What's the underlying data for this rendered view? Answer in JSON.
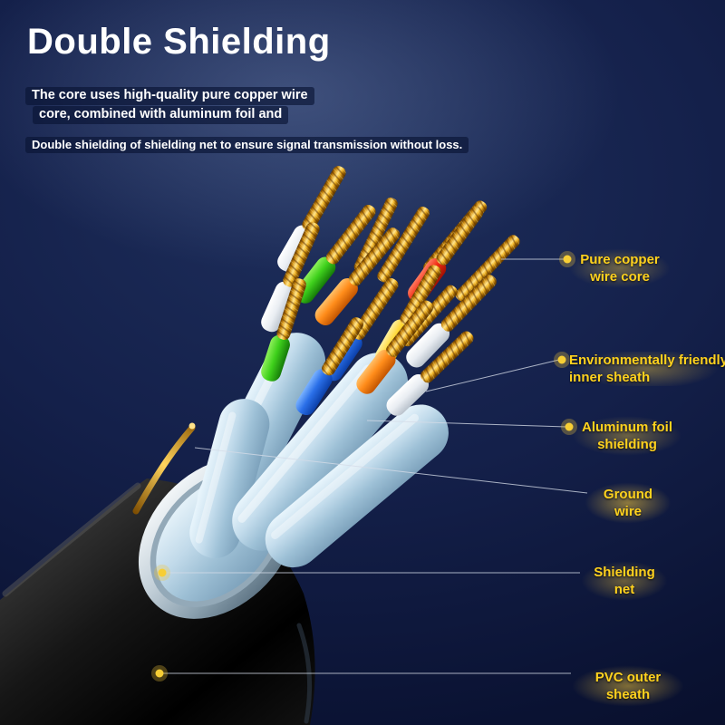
{
  "title": "Double Shielding",
  "description": {
    "line1": "The core uses high-quality pure copper wire",
    "line2": "core, combined with aluminum foil and",
    "line3": "Double shielding of shielding net to ensure signal transmission without loss."
  },
  "callouts": [
    {
      "line1": "Pure copper",
      "line2": "wire core"
    },
    {
      "line1": "Environmentally friendly",
      "line2": "inner sheath"
    },
    {
      "line1": "Aluminum foil",
      "line2": "shielding"
    },
    {
      "line1": "Ground",
      "line2": "wire"
    },
    {
      "line1": "Shielding",
      "line2": "net"
    },
    {
      "line1": "PVC outer",
      "line2": "sheath"
    }
  ],
  "colors": {
    "background_navy": "#14204a",
    "accent_yellow": "#ffd21e",
    "copper": "#d99a1a",
    "pvc_sheath_black": "#0a0a0a",
    "foil_silver": "#c2cfd8",
    "inner_sheath_blue": "#c3dcec",
    "wire_insulation_colors": [
      "white",
      "green",
      "orange",
      "red",
      "blue",
      "yellow"
    ]
  }
}
